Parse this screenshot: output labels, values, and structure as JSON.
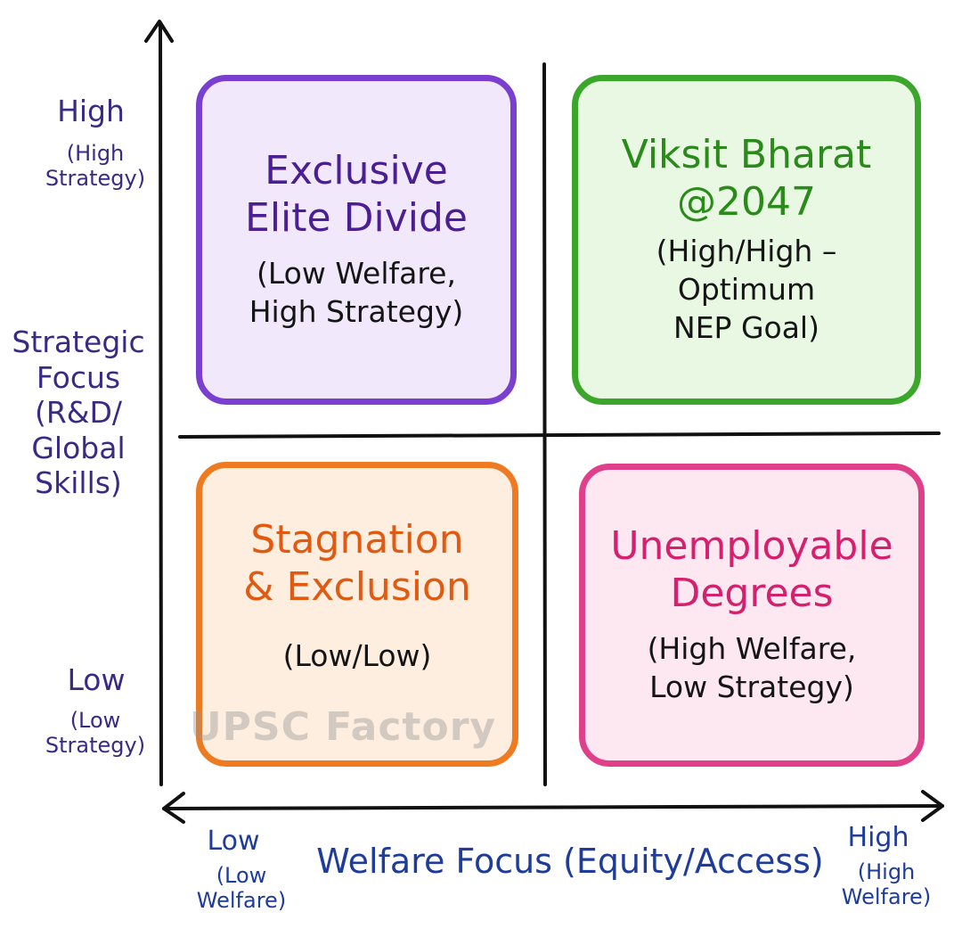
{
  "y_axis": {
    "title": "Strategic\nFocus\n(R&D/\nGlobal\nSkills)",
    "high_label": "High",
    "high_sub": "(High\nStrategy)",
    "low_label": "Low",
    "low_sub": "(Low\nStrategy)"
  },
  "x_axis": {
    "title": "Welfare Focus (Equity/Access)",
    "low_label": "Low",
    "low_sub": "(Low\nWelfare)",
    "high_label": "High",
    "high_sub": "(High\nWelfare)"
  },
  "quadrants": {
    "top_left": {
      "title": "Exclusive\nElite Divide",
      "subtitle": "(Low Welfare,\nHigh Strategy)",
      "border_color": "#7a3fd0",
      "fill_color": "#f1e9fb",
      "text_color": "#4b1f93"
    },
    "top_right": {
      "title": "Viksit Bharat\n@2047",
      "subtitle": "(High/High –\nOptimum\nNEP Goal)",
      "border_color": "#3aa62a",
      "fill_color": "#e8f8e3",
      "text_color": "#2a8a1a"
    },
    "bottom_left": {
      "title": "Stagnation\n& Exclusion",
      "subtitle": "(Low/Low)",
      "border_color": "#ee7a22",
      "fill_color": "#fdeedf",
      "text_color": "#e05a12"
    },
    "bottom_right": {
      "title": "Unemployable\nDegrees",
      "subtitle": "(High Welfare,\nLow Strategy)",
      "border_color": "#e0408a",
      "fill_color": "#fde8f1",
      "text_color": "#d6206e"
    }
  },
  "watermark": "UPSC Factory"
}
